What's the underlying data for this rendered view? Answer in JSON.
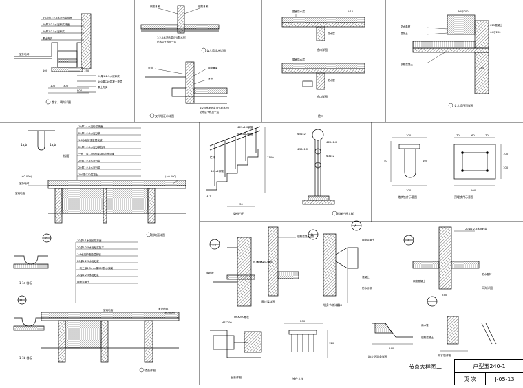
{
  "sheet": {
    "title": "节点大样图二",
    "house_type": "户型五240-1",
    "page_label": "页 次",
    "page_number": "J-05-13"
  },
  "details": {
    "drain_ditch": {
      "layers_top": [
        "5%(掺)1:2.5水泥砂浆抹面",
        "20厚1:2.5水泥砂浆抹面",
        "20厚1:2.5水泥砂浆",
        "素土夯实"
      ],
      "left_note": "室外地坪",
      "layers_bottom": [
        "20厚1:2.5水泥砂浆",
        "100厚C10混凝土垫层",
        "素土夯实"
      ],
      "dims": [
        "100",
        "300",
        "800",
        "100",
        "150"
      ],
      "caption": "散水、明沟详图"
    },
    "parapet_top": {
      "labels": [
        "钢筋骨架",
        "钢筋骨架"
      ],
      "note": "1:2.5水泥砂浆(5%防水剂)",
      "note2": "防水层+附加一层",
      "caption": "女儿墙泛水详图"
    },
    "parapet_side": {
      "labels": [
        "压毡",
        "钢筋骨架",
        "室外"
      ],
      "note": "1:2.5水泥砂浆(5%防水剂)",
      "note2": "防水层+附加一层",
      "caption": "女儿墙泛水详图"
    },
    "eave_a": {
      "scale": "1:10",
      "labels": [
        "屋面防水层",
        "防水层"
      ],
      "caption": "檐口详图"
    },
    "eave_b": {
      "labels": [
        "屋面防水层",
        "防水层"
      ],
      "caption": "檐口详图"
    },
    "roof_edge": {
      "labels": [
        "Φ6@200",
        "C15混凝土",
        "Φ6@200",
        "防水卷材",
        "混凝土",
        "钢筋混凝土",
        "240"
      ],
      "caption": "女儿墙压顶详图"
    },
    "stair_base": {
      "label_left": "1a,b",
      "label_right": "1a,b",
      "layers": [
        "10厚1:1水泥砂浆抹面",
        "20厚1:2.5水泥砂浆",
        "1:6水泥炉渣垫层找坡",
        "20厚1:2.5水泥砂浆找平",
        "一布二涂1.5mm厚SBS防水涂膜",
        "20厚1:2.5水泥砂浆",
        "20厚1:2.5水泥砂浆",
        "100厚C10混凝土"
      ],
      "side_note": "楼面",
      "notes": [
        "室内地面",
        "室外地坪"
      ],
      "level": "(±0.000)",
      "level2": "(±0.000)",
      "caption": "楼地面详图"
    },
    "railing": {
      "labels": [
        "Φ25x1.0钢管",
        "Φ38x1.2钢管",
        "栏杆",
        "Φ51x2钢管"
      ],
      "dims": [
        "1100",
        "170",
        "30"
      ],
      "caption": "楼梯栏杆"
    },
    "baluster": {
      "labels": [
        "Φ51x2",
        "Φ38x1.2",
        "Φ25x1.0",
        "Φ31x2"
      ],
      "caption": "楼梯栏杆大样"
    },
    "handrail_plan": {
      "dims": [
        "100",
        "100",
        "40",
        "100"
      ],
      "caption": "踏步铁件示意图"
    },
    "embed_plate": {
      "dims": [
        "70",
        "60",
        "70",
        "100",
        "100",
        "100"
      ],
      "caption": "预埋铁件示意图"
    },
    "floor_detail_z": {
      "label": "Z",
      "layers": [
        "10厚1:1水泥砂浆抹面",
        "20厚1:2.5水泥砂浆找平",
        "1:6水泥炉渣垫层找坡",
        "20厚1:2.5水泥砂浆",
        "一布二涂1.5mm厚SBS防水涂膜",
        "20厚1:2.5水泥砂浆",
        "钢筋混凝土"
      ],
      "small_caption": "1-1a 楼板",
      "caption": "楼面详图",
      "small_caption_b": "1-1b 楼板"
    },
    "floor_detail_b": {
      "label": "B",
      "notes": [
        "室内地面",
        "室外地坪",
        "(±0.000)"
      ],
      "caption": "楼面详图"
    },
    "window_sill": {
      "labels": [
        "1:3",
        "M7X200",
        "窗台板",
        "M6X200"
      ],
      "caption": "窗台详图"
    },
    "window_head": {
      "labels": [
        "钢筋混凝土过梁",
        "M7X200螺栓",
        "M6X200螺栓"
      ],
      "caption": "窗过梁详图"
    },
    "wall_section_a": {
      "label": "A",
      "labels": [
        "钢筋混凝土",
        "混凝土",
        "防水砂浆"
      ],
      "caption": "墙身节点详图"
    },
    "wall_section_b": {
      "label": "B",
      "labels": [
        "240",
        "混凝土"
      ],
      "caption": "墙身节点详图"
    },
    "roof_gutter": {
      "labels": [
        "20厚1:2.5水泥砂浆",
        "钢筋混凝土",
        "240",
        "防水卷材"
      ],
      "caption": "天沟详图"
    },
    "stair_edge": {
      "labels": [
        "240",
        "200"
      ],
      "caption": "踏步防滑条详图"
    },
    "steel_bracket": {
      "labels": [
        "120",
        "200"
      ],
      "caption": "铁件大样"
    },
    "rainwater": {
      "labels": [
        "雨水管",
        "钢筋混凝土"
      ],
      "caption": "雨水管详图"
    }
  },
  "colors": {
    "line": "#000000",
    "hatch": "#000000",
    "paper": "#ffffff"
  }
}
